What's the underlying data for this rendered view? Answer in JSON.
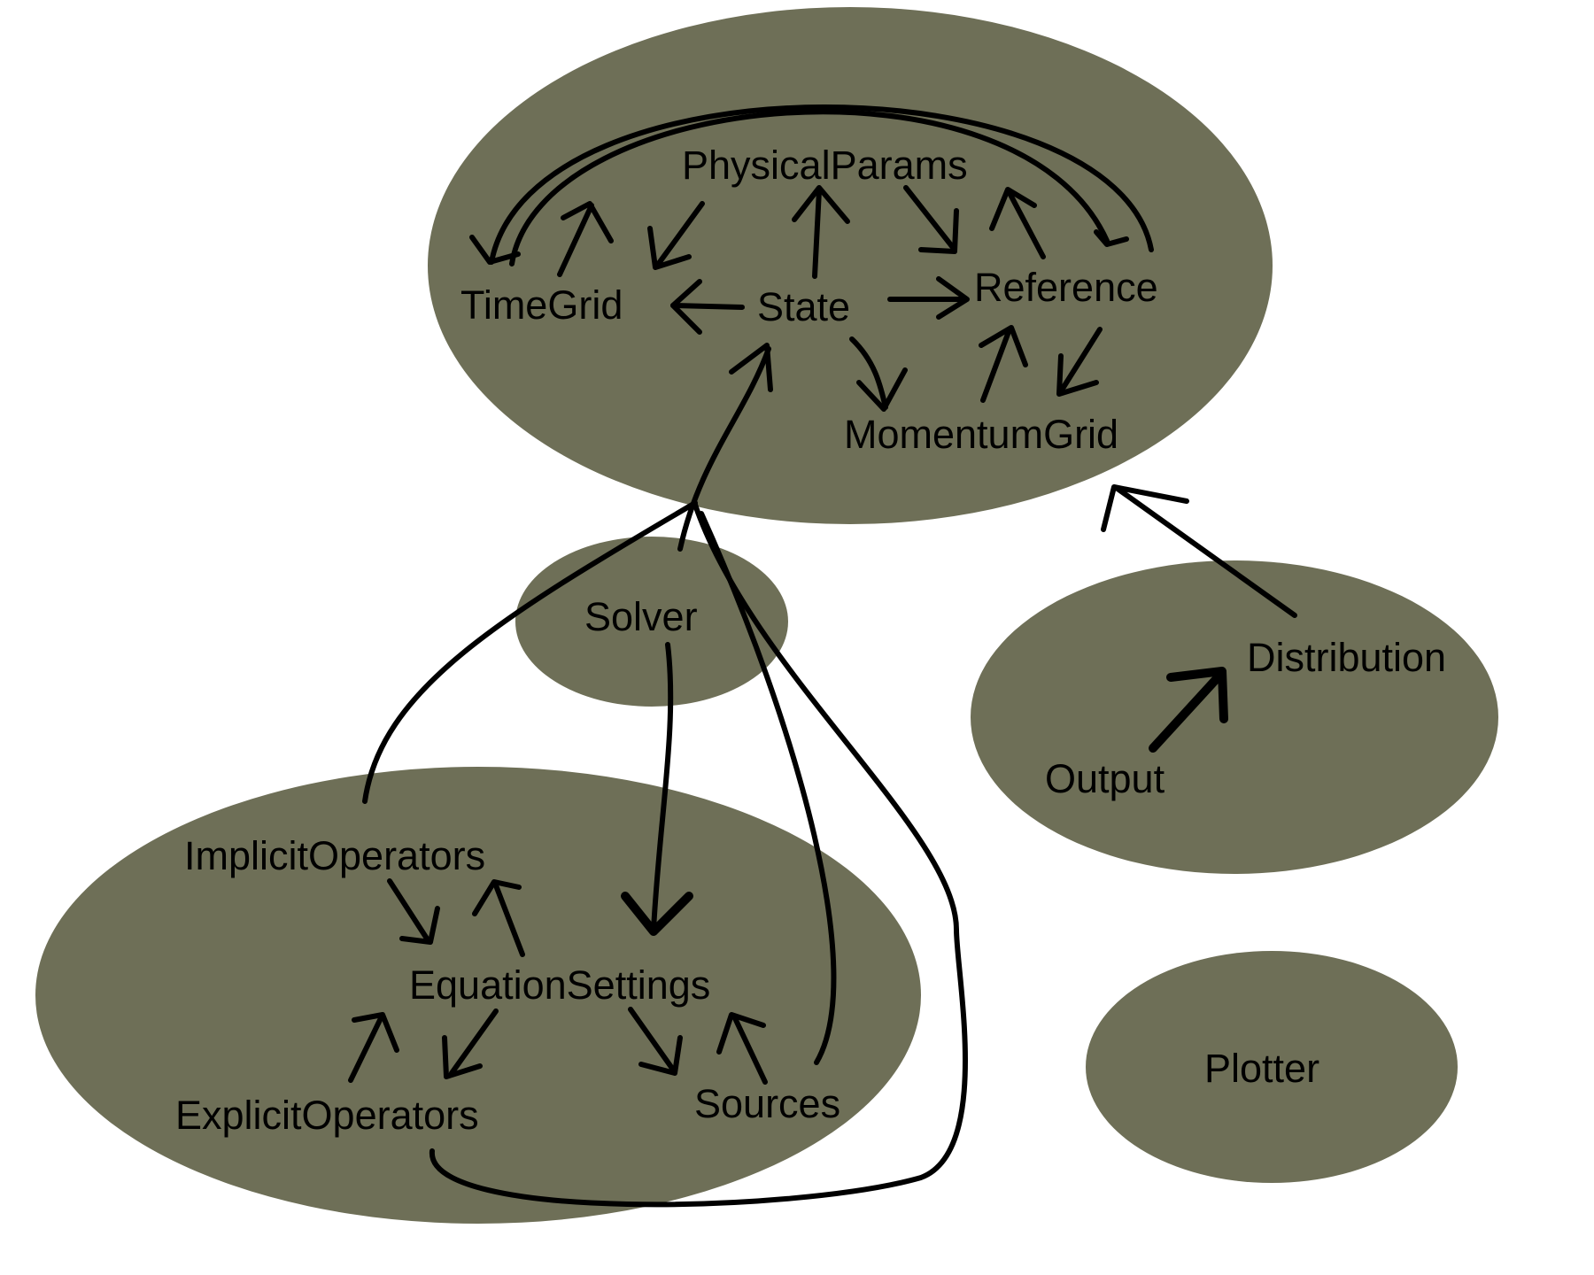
{
  "colors": {
    "background": "#ffffff",
    "group_fill": "#6e6f57",
    "ink": "#000000"
  },
  "nodes": {
    "physical_params": "PhysicalParams",
    "time_grid": "TimeGrid",
    "state": "State",
    "reference": "Reference",
    "momentum_grid": "MomentumGrid",
    "solver": "Solver",
    "distribution": "Distribution",
    "output": "Output",
    "implicit_operators": "ImplicitOperators",
    "equation_settings": "EquationSettings",
    "explicit_operators": "ExplicitOperators",
    "sources": "Sources",
    "plotter": "Plotter"
  }
}
